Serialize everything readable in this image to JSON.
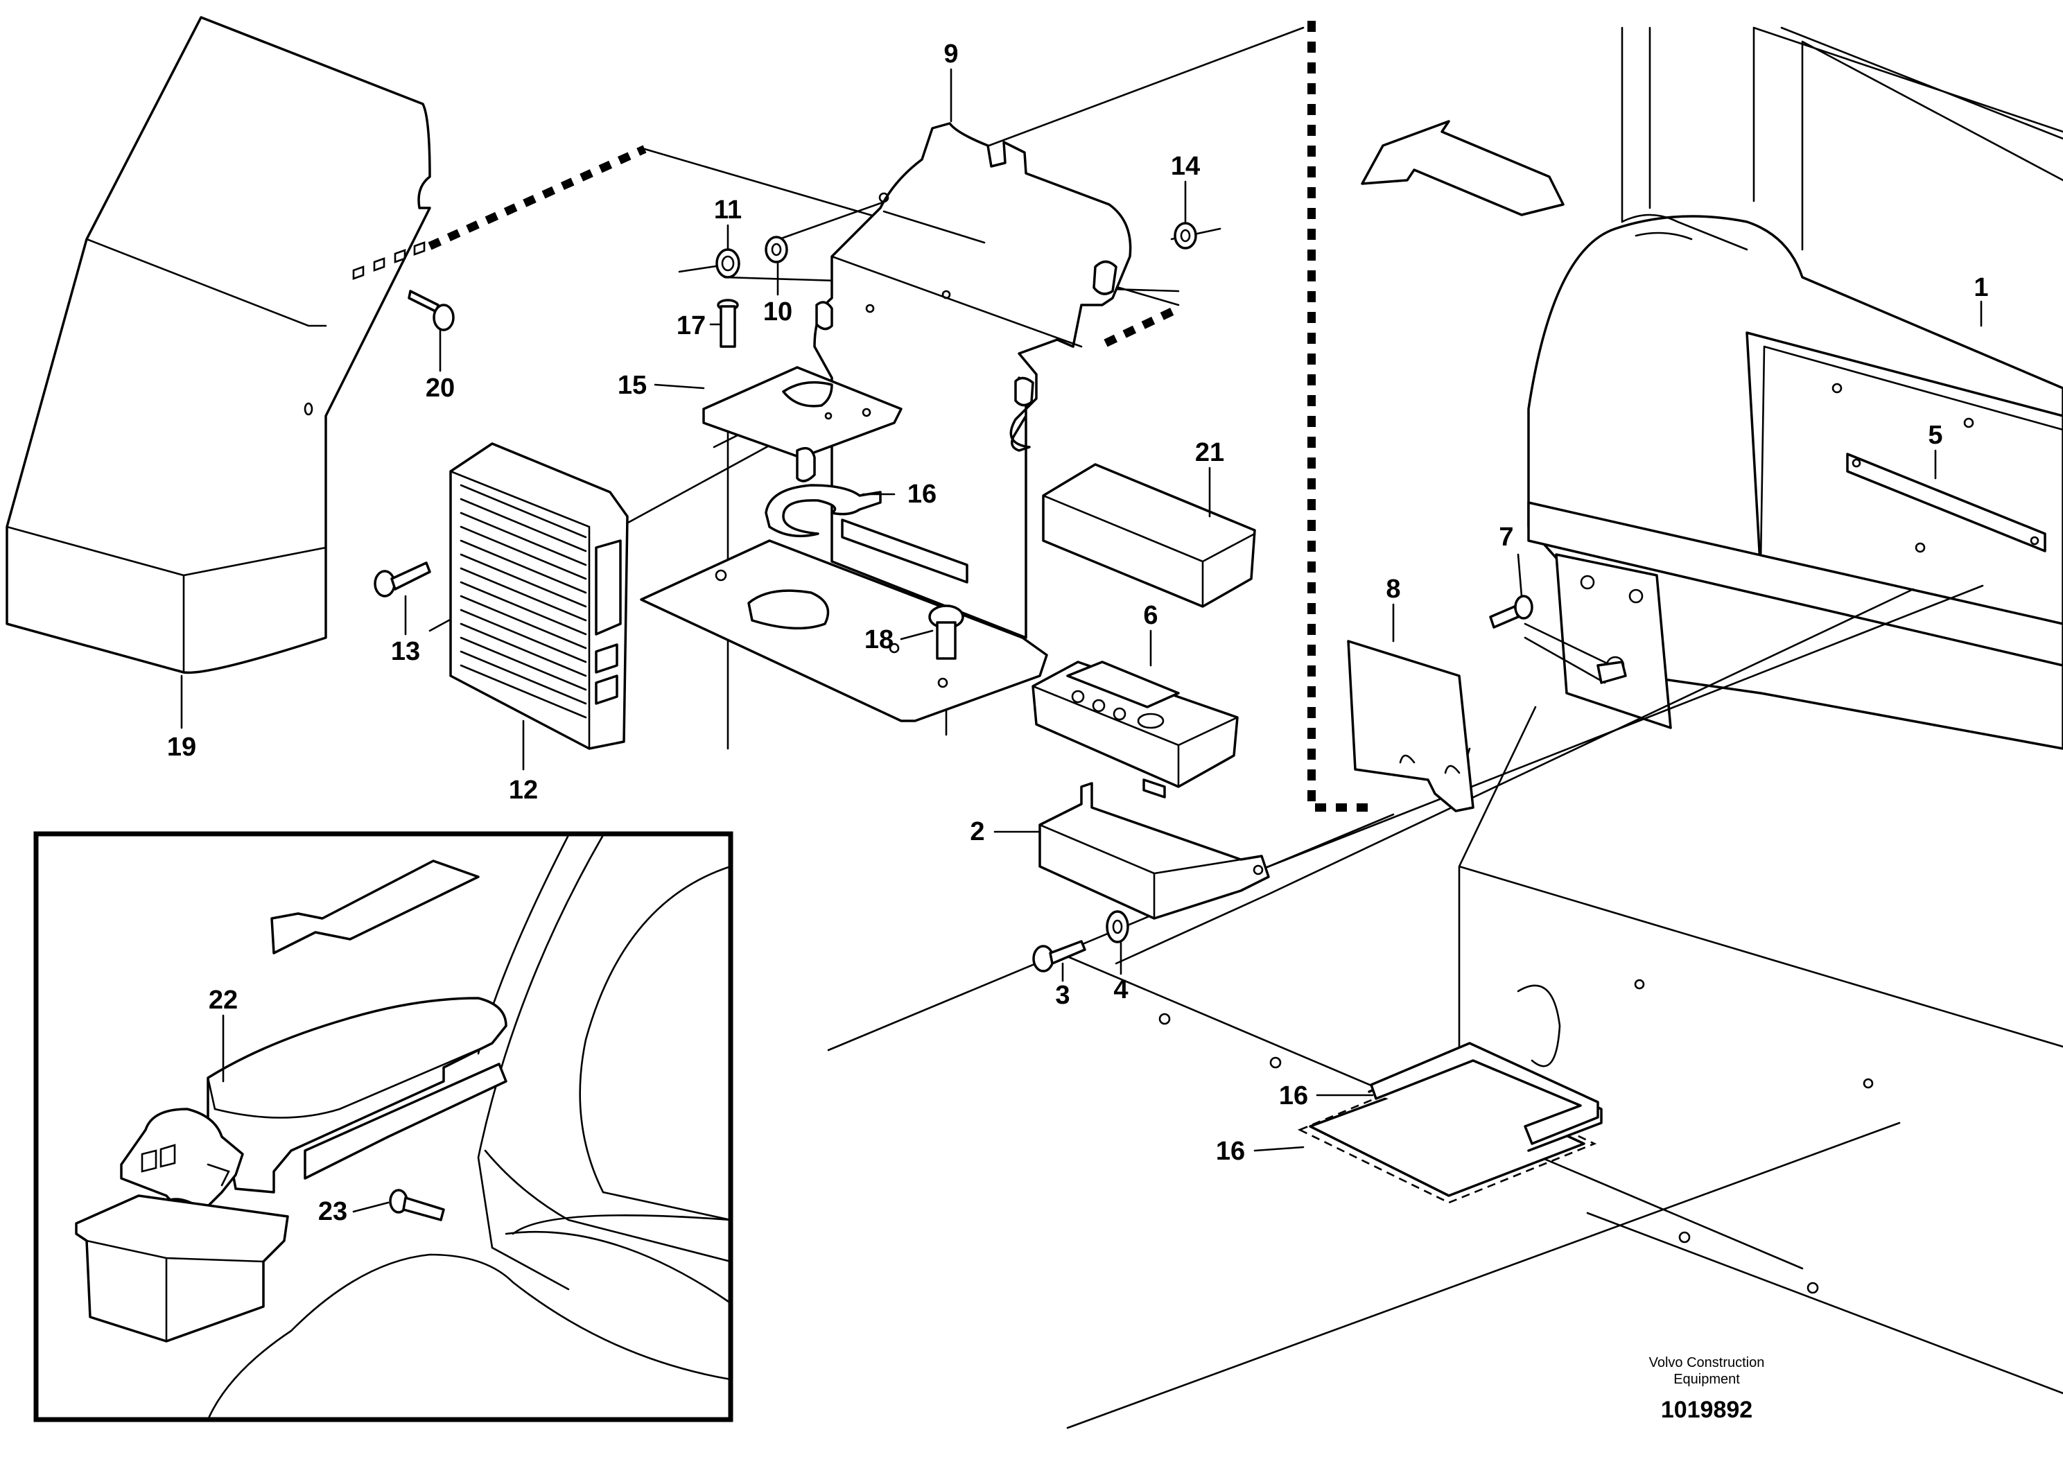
{
  "callouts": {
    "c1": "1",
    "c2": "2",
    "c3": "3",
    "c4": "4",
    "c5": "5",
    "c6": "6",
    "c7": "7",
    "c8": "8",
    "c9": "9",
    "c10": "10",
    "c11": "11",
    "c12": "12",
    "c13": "13",
    "c14": "14",
    "c15": "15",
    "c16a": "16",
    "c16b": "16",
    "c16c": "16",
    "c17": "17",
    "c18": "18",
    "c19": "19",
    "c20": "20",
    "c21": "21",
    "c22": "22",
    "c23": "23"
  },
  "credit": {
    "line1": "Volvo Construction",
    "line2": "Equipment",
    "doc_number": "1019892"
  }
}
